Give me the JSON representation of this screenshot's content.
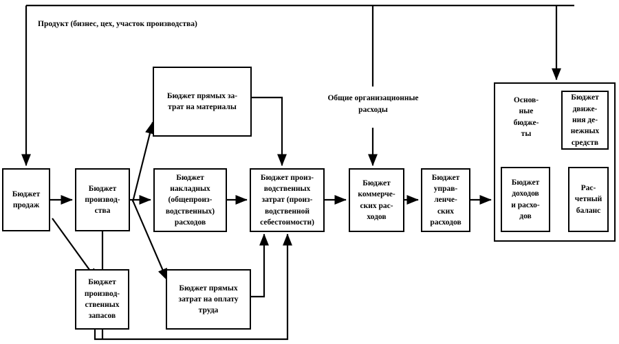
{
  "diagram": {
    "title_label": "Продукт (бизнес, цех, участок производства)",
    "overhead_label": "Общие организационные расходы",
    "group_title": "Основ-\nные\nбюдже-\nты",
    "boxes": {
      "sales": "Бюджет\nпродаж",
      "production": "Бюджет\nпроизвод-\nства",
      "direct_materials": "Бюджет прямых за-\nтрат на материалы",
      "overhead_costs": "Бюджет\nнакладных\n(общепроиз-\nводственных)\nрасходов",
      "production_cost": "Бюджет произ-\nводственных\nзатрат (произ-\nводственной\nсебестоимости)",
      "commercial": "Бюджет\nкоммерче-\nских рас-\nходов",
      "management": "Бюджет\nуправ-\nленче-\nских\nрасходов",
      "inventory": "Бюджет\nпроизвод-\nственных\nзапасов",
      "direct_labor": "Бюджет прямых\nзатрат на оплату\nтруда",
      "cash_flow": "Бюджет\nдвиже-\nния де-\nнежных\nсредств",
      "income_expense": "Бюджет\nдоходов\nи расхо-\nдов",
      "balance": "Рас-\nчетный\nбаланс"
    },
    "colors": {
      "stroke": "#000000",
      "background": "#ffffff"
    }
  }
}
